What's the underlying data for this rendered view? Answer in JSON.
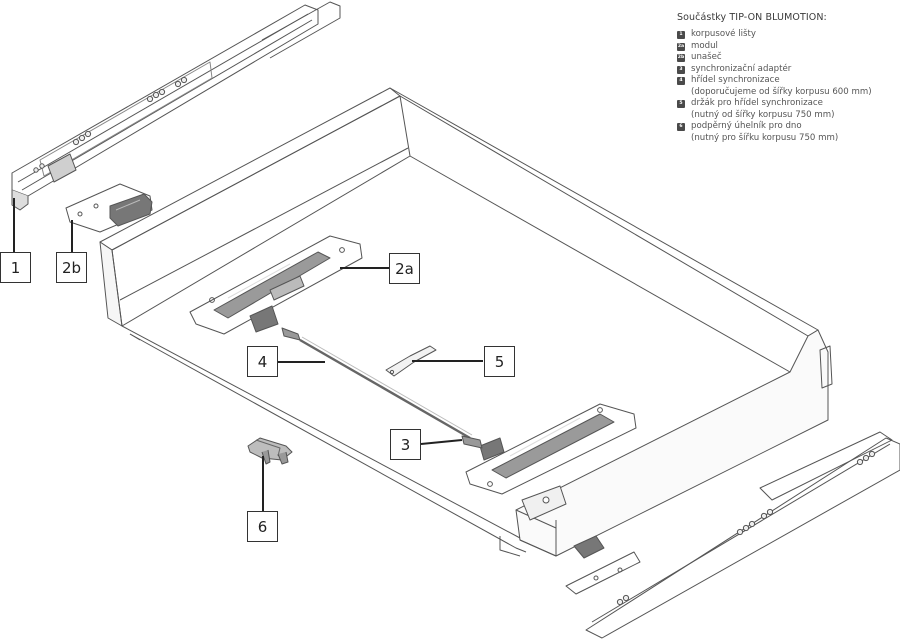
{
  "legend": {
    "title": "Součástky TIP-ON BLUMOTION:",
    "items": [
      {
        "key": "1",
        "lines": [
          "korpusové lišty"
        ]
      },
      {
        "key": "2a",
        "lines": [
          "modul"
        ]
      },
      {
        "key": "2b",
        "lines": [
          "unašeč"
        ]
      },
      {
        "key": "3",
        "lines": [
          "synchronizační adaptér"
        ]
      },
      {
        "key": "4",
        "lines": [
          "hřídel synchronizace",
          "(doporučujeme od šířky korpusu 600 mm)"
        ]
      },
      {
        "key": "5",
        "lines": [
          "držák pro hřídel synchronizace",
          "(nutný od šířky korpusu 750 mm)"
        ]
      },
      {
        "key": "6",
        "lines": [
          "podpěrný úhelník pro dno",
          "(nutný pro šířku korpusu 750 mm)"
        ]
      }
    ]
  },
  "callouts": {
    "c1": "1",
    "c2b": "2b",
    "c2a": "2a",
    "c4": "4",
    "c5": "5",
    "c3": "3",
    "c6": "6"
  },
  "colors": {
    "line": "#555555",
    "part_dark": "#666666",
    "part_light": "#d0d0d0"
  }
}
